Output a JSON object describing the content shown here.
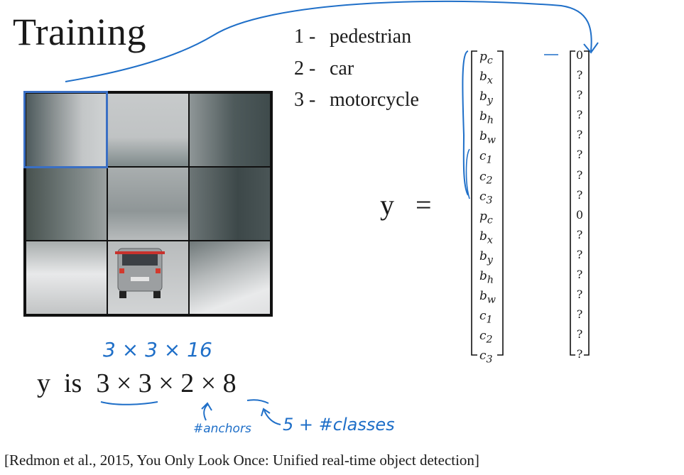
{
  "title": "Training",
  "classes": [
    {
      "num": "1 -",
      "label": "pedestrian"
    },
    {
      "num": "2 -",
      "label": "car"
    },
    {
      "num": "3 -",
      "label": "motorcycle"
    }
  ],
  "y_equation": {
    "lhs": "y",
    "eq": "="
  },
  "vector_labels": [
    "p",
    "b",
    "b",
    "b",
    "b",
    "c",
    "c",
    "c",
    "p",
    "b",
    "b",
    "b",
    "b",
    "c",
    "c",
    "c"
  ],
  "vector_subs": [
    "c",
    "x",
    "y",
    "h",
    "w",
    "1",
    "2",
    "3",
    "c",
    "x",
    "y",
    "h",
    "w",
    "1",
    "2",
    "3"
  ],
  "vector_values": [
    "0",
    "?",
    "?",
    "?",
    "?",
    "?",
    "?",
    "?",
    "0",
    "?",
    "?",
    "?",
    "?",
    "?",
    "?",
    "?"
  ],
  "shape": {
    "prefix": "y  is",
    "dims": "3 × 3 × 2 × 8"
  },
  "annotations": {
    "top": "3 × 3 × 16",
    "anchors": "#anchors",
    "classes_note": "5 + #classes"
  },
  "citation": "[Redmon et al., 2015, You Only Look Once: Unified real-time object detection]",
  "colors": {
    "ink": "#1f6fc8",
    "highlight": "#3a6fc4"
  }
}
